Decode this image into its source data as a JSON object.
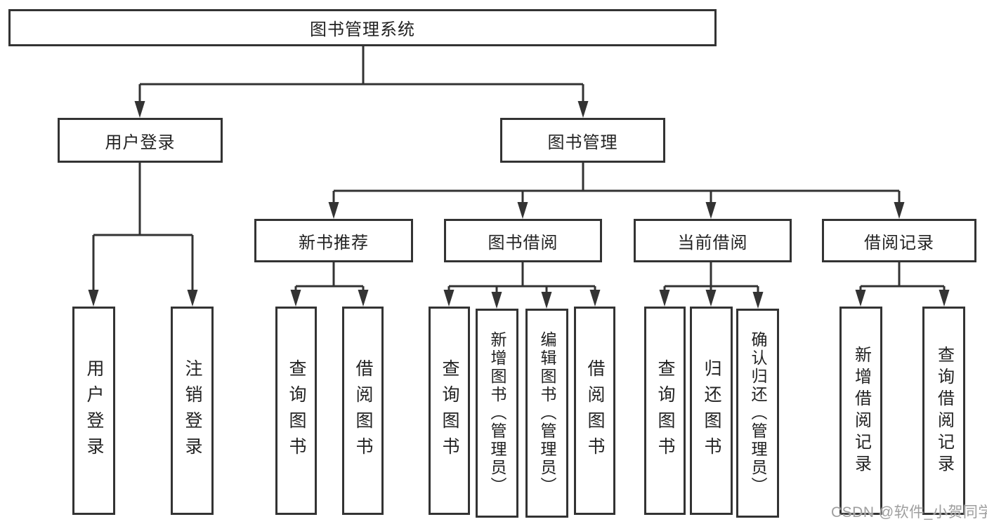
{
  "nodes": {
    "root": {
      "label": "图书管理系统"
    },
    "user_login": {
      "label": "用户登录"
    },
    "book_mgmt": {
      "label": "图书管理"
    },
    "new_books": {
      "label": "新书推荐"
    },
    "book_borrow": {
      "label": "图书借阅"
    },
    "current_borrow": {
      "label": "当前借阅"
    },
    "borrow_records": {
      "label": "借阅记录"
    },
    "leaf_user_login": {
      "label": "用户登录"
    },
    "leaf_logout": {
      "label": "注销登录"
    },
    "leaf_nb_query": {
      "label": "查询图书"
    },
    "leaf_nb_borrow": {
      "label": "借阅图书"
    },
    "leaf_bb_query": {
      "label": "查询图书"
    },
    "leaf_bb_add": {
      "label": "新增图书（管理员）"
    },
    "leaf_bb_edit": {
      "label": "编辑图书（管理员）"
    },
    "leaf_bb_borrow": {
      "label": "借阅图书"
    },
    "leaf_cb_query": {
      "label": "查询图书"
    },
    "leaf_cb_return": {
      "label": "归还图书"
    },
    "leaf_cb_confirm": {
      "label": "确认归还（管理员）"
    },
    "leaf_br_add": {
      "label": "新增借阅记录"
    },
    "leaf_br_query": {
      "label": "查询借阅记录"
    }
  },
  "watermark": {
    "text": "CSDN @软件_小贺同学"
  },
  "colors": {
    "line": "#333333",
    "node_background": "#ffffff",
    "text": "#222222",
    "watermark": "#9e9e9e"
  }
}
